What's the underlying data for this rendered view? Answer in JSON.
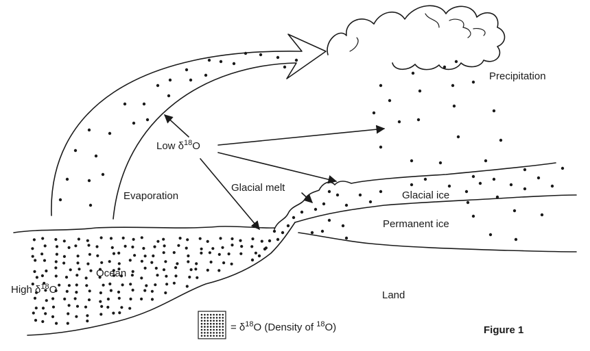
{
  "labels": {
    "precipitation": "Precipitation",
    "low_d18o_prefix": "Low δ",
    "low_d18o_sup": "18",
    "low_d18o_suffix": "O",
    "glacial_melt": "Glacial melt",
    "glacial_ice": "Glacial ice",
    "permanent_ice": "Permanent ice",
    "evaporation": "Evaporation",
    "ocean": "Ocean",
    "high_d18o_prefix": "High δ",
    "high_d18o_sup": "18",
    "high_d18o_suffix": "O",
    "land": "Land",
    "figure": "Figure 1"
  },
  "legend": {
    "eq_prefix": "= δ",
    "eq_sup1": "18",
    "eq_mid": "O (Density of ",
    "eq_sup2": "18",
    "eq_suffix": "O)"
  }
}
